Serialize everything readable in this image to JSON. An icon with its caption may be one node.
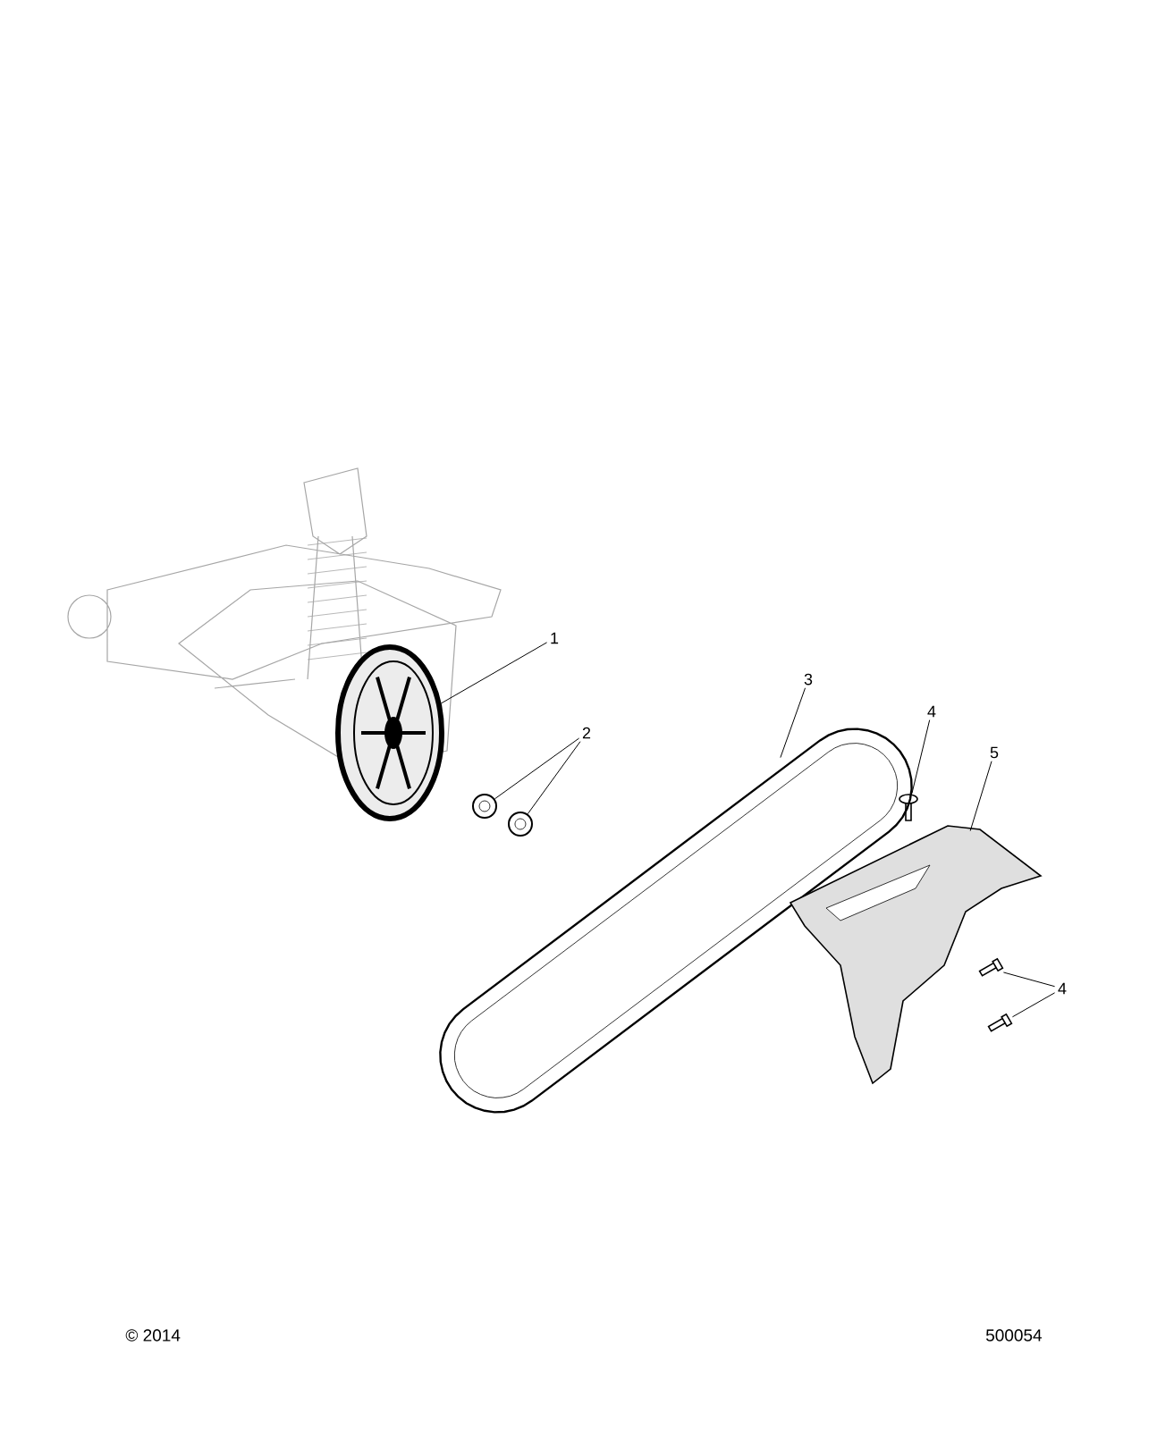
{
  "diagram": {
    "nodes": [
      {
        "text": [
          "1"
        ]
      },
      {
        "text": [],
        "shape": "picture"
      },
      {
        "text": [
          "2"
        ]
      },
      {
        "text": [],
        "shape": "picture"
      },
      {
        "text": [],
        "shape": "picture"
      },
      {
        "text": [
          "3"
        ]
      },
      {
        "text": [],
        "shape": "picture"
      },
      {
        "text": [
          "4"
        ]
      },
      {
        "text": [],
        "shape": "picture"
      },
      {
        "text": [
          "5"
        ]
      },
      {
        "text": [],
        "shape": "picture"
      },
      {
        "text": [
          "4"
        ]
      },
      {
        "text": [],
        "shape": "picture"
      },
      {
        "text": [],
        "shape": "picture"
      }
    ],
    "edges": [
      {
        "from": 0,
        "to": 1,
        "arrow": "none"
      },
      {
        "from": 2,
        "to": 3,
        "arrow": "none"
      },
      {
        "from": 2,
        "to": 4,
        "arrow": "none"
      },
      {
        "from": 5,
        "to": 6,
        "arrow": "none"
      },
      {
        "from": 7,
        "to": 8,
        "arrow": "none"
      },
      {
        "from": 9,
        "to": 10,
        "arrow": "none"
      },
      {
        "from": 11,
        "to": 12,
        "arrow": "none"
      },
      {
        "from": 11,
        "to": 13,
        "arrow": "none"
      }
    ],
    "labels": [
      "© 2014",
      "500054"
    ]
  }
}
